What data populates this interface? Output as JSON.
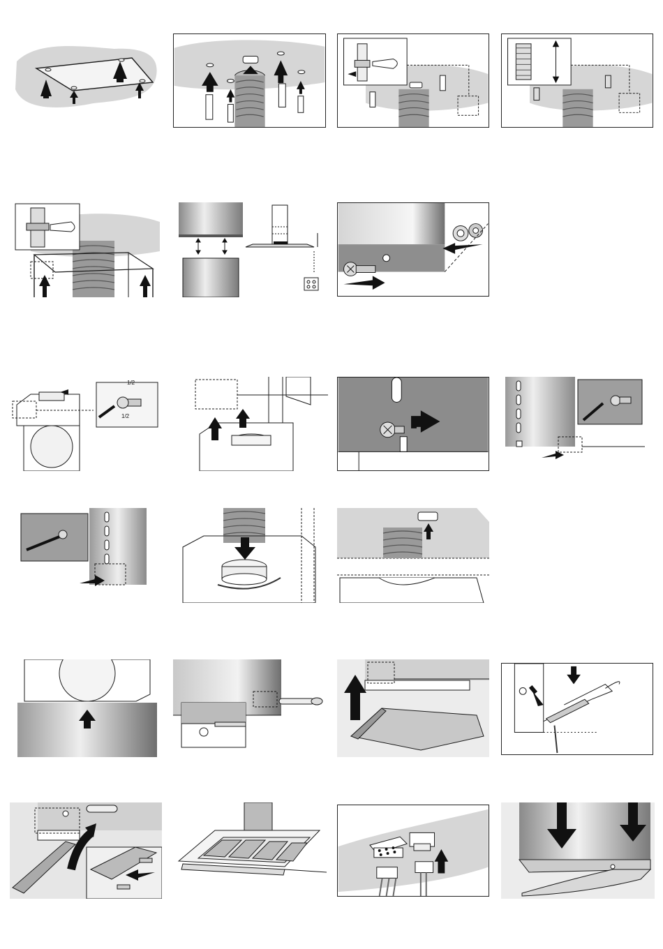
{
  "page": {
    "kind": "wordless installation instruction sheet",
    "rows": 6
  },
  "labels": {
    "half_top": "1/2",
    "half_bottom": "1/2"
  },
  "colors": {
    "ceiling_shade": "#d6d6d6",
    "steel_light": "#e8e8e8",
    "steel_dark": "#8a8a8a",
    "line": "#1a1a1a",
    "arrow": "#111111"
  },
  "icons": [
    "up-arrow-icon",
    "down-arrow-icon",
    "right-arrow-icon",
    "left-arrow-icon",
    "double-arrow-icon",
    "screw-icon",
    "wall-plug-icon",
    "spanner-icon",
    "screwdriver-icon",
    "connector-icon"
  ]
}
